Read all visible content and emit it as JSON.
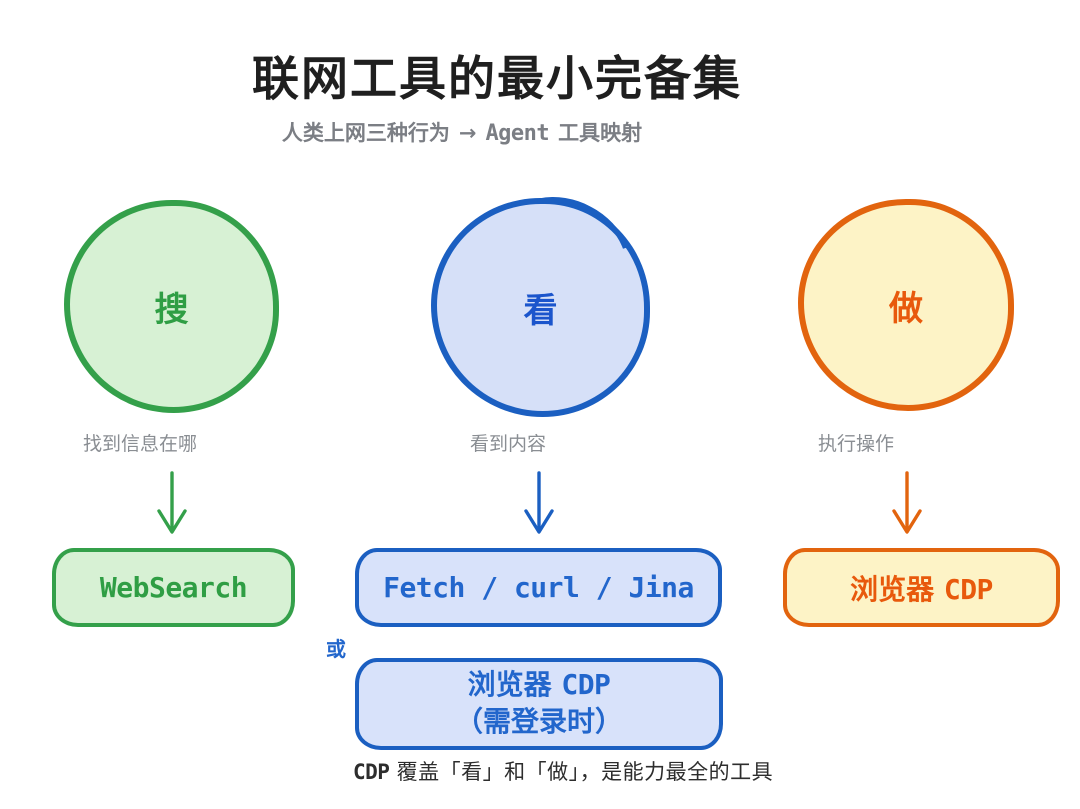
{
  "header": {
    "title": "联网工具的最小完备集",
    "subtitle": {
      "prefix": "人类上网三种行为",
      "arrow": "→",
      "agent": "Agent",
      "suffix": "工具映射"
    }
  },
  "behaviors": {
    "search": {
      "label": "搜",
      "caption": "找到信息在哪"
    },
    "view": {
      "label": "看",
      "caption": "看到内容"
    },
    "act": {
      "label": "做",
      "caption": "执行操作"
    }
  },
  "tools": {
    "search": {
      "label": "WebSearch"
    },
    "view": {
      "primary": "Fetch / curl / Jina",
      "or": "或",
      "alt_prefix": "浏览器",
      "alt_code": "CDP",
      "alt_suffix": "（需登录时）"
    },
    "act": {
      "prefix": "浏览器",
      "code": "CDP"
    }
  },
  "footnote": {
    "code": "CDP",
    "text": "覆盖「看」和「做」，是能力最全的工具"
  },
  "colors": {
    "green_stroke": "#34a04a",
    "green_fill": "#d7f1d4",
    "green_text": "#2f9e44",
    "blue_stroke": "#1b5fc1",
    "blue_fill": "#d6e0f8",
    "blue_text": "#2266cc",
    "orange_stroke": "#e2640e",
    "orange_fill": "#fdf3c6",
    "orange_text": "#e8590c",
    "caption_gray": "#8a8e93",
    "title_color": "#1f1f1f",
    "footnote_color": "#2d2d2d",
    "background": "#ffffff"
  }
}
